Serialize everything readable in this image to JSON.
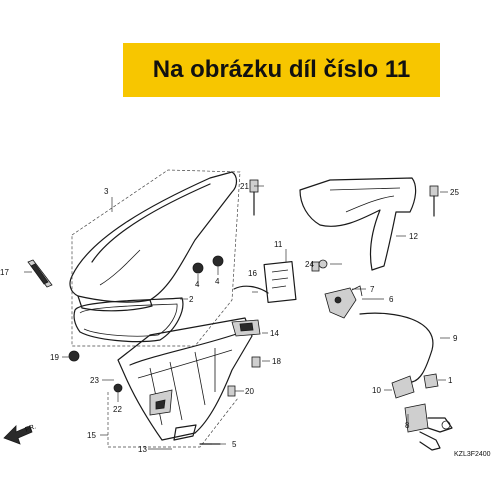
{
  "banner": {
    "text": "Na obrázku díl číslo 11",
    "color": "#f7c600"
  },
  "callouts": [
    "1",
    "2",
    "3",
    "4",
    "4",
    "5",
    "6",
    "7",
    "8",
    "9",
    "10",
    "11",
    "12",
    "13",
    "14",
    "15",
    "16",
    "17",
    "18",
    "19",
    "20",
    "21",
    "22",
    "23",
    "24",
    "25"
  ],
  "fr_label": "FR.",
  "diagram_code": "KZL3F2400"
}
